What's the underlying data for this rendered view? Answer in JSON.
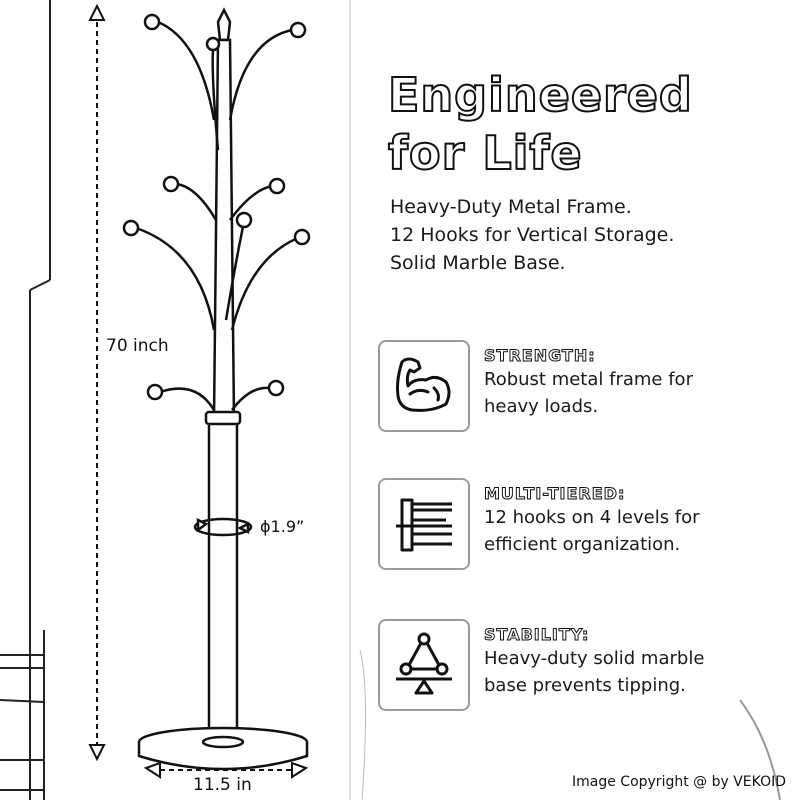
{
  "dimensions": {
    "height": "70 inch",
    "diameter": "ϕ1.9”",
    "width": "11.5 in"
  },
  "headline": {
    "line1": "Engineered",
    "line2": "for Life"
  },
  "subhead": {
    "line1": "Heavy-Duty Metal Frame.",
    "line2": "12 Hooks for Vertical Storage.",
    "line3": "Solid Marble Base."
  },
  "features": [
    {
      "icon": "flexed-arm-icon",
      "title": "STRENGTH:",
      "line1": "Robust metal frame for",
      "line2": "heavy loads."
    },
    {
      "icon": "tiered-shelf-icon",
      "title": "MULTI-TIERED:",
      "line1": "12 hooks on 4 levels for",
      "line2": "efficient organization."
    },
    {
      "icon": "balance-triangle-icon",
      "title": "STABILITY:",
      "line1": "Heavy-duty solid marble",
      "line2": "base prevents tipping."
    }
  ],
  "copyright": "Image Copyright @ by VEKOID",
  "colors": {
    "ink": "#111111",
    "frame": "#9a9a9a",
    "background": "#ffffff"
  }
}
